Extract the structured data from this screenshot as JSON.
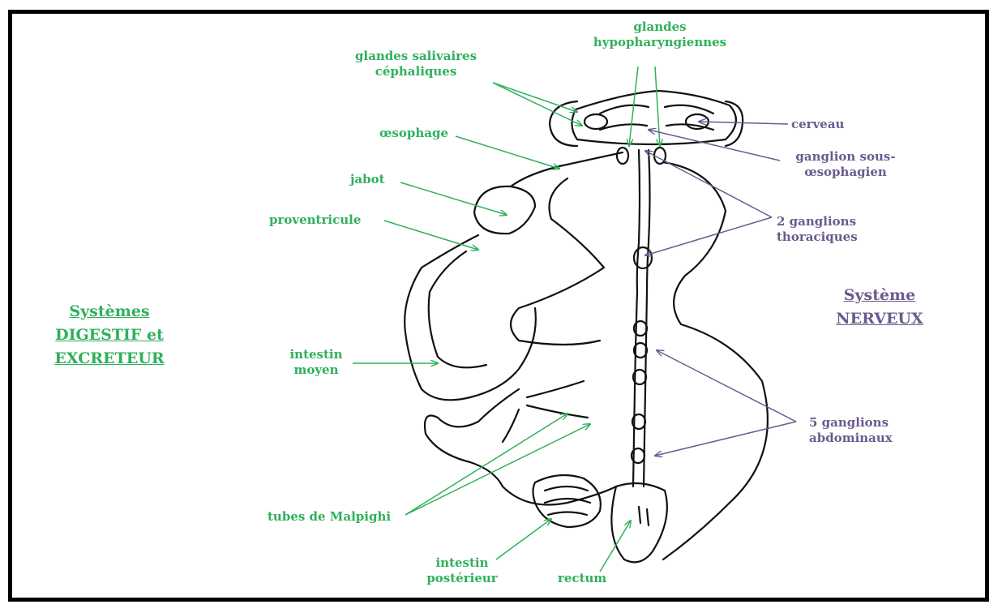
{
  "colors": {
    "digestive": "#2fb05a",
    "nervous": "#6b5b8e",
    "outline": "#111111",
    "frame": "#000000"
  },
  "left_title": [
    "Systèmes",
    "DIGESTIF et",
    "EXCRETEUR"
  ],
  "right_title": [
    "Système",
    "NERVEUX"
  ],
  "labels": {
    "glandes_salivaires": [
      "glandes salivaires",
      "céphaliques"
    ],
    "glandes_hypo": [
      "glandes",
      "hypopharyngiennes"
    ],
    "oesophage": "œsophage",
    "jabot": "jabot",
    "proventricule": "proventricule",
    "intestin_moyen": [
      "intestin",
      "moyen"
    ],
    "tubes_malpighi": "tubes de Malpighi",
    "intestin_posterieur": [
      "intestin",
      "postérieur"
    ],
    "rectum": "rectum",
    "cerveau": "cerveau",
    "ganglion_sous": [
      "ganglion sous-",
      "œsophagien"
    ],
    "ganglions_thoraciques": [
      "2 ganglions",
      "thoraciques"
    ],
    "ganglions_abdominaux": [
      "5 ganglions",
      "abdominaux"
    ]
  }
}
